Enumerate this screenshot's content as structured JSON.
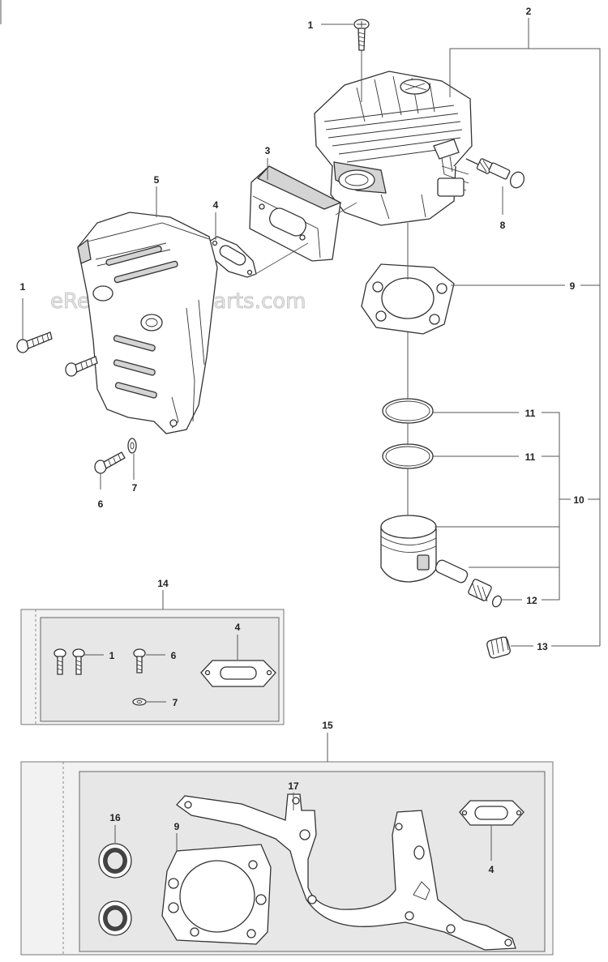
{
  "watermark": "eReplacementParts.com",
  "callouts": {
    "c1_top": "1",
    "c2": "2",
    "c3": "3",
    "c4": "4",
    "c5": "5",
    "c1_left": "1",
    "c8": "8",
    "c9": "9",
    "c6": "6",
    "c7": "7",
    "c11a": "11",
    "c11b": "11",
    "c10": "10",
    "c12": "12",
    "c13": "13",
    "c14": "14",
    "kit14_c1": "1",
    "kit14_c6": "6",
    "kit14_c4": "4",
    "kit14_c7": "7",
    "c15": "15",
    "c17": "17",
    "c16": "16",
    "kit15_c9": "9",
    "kit15_c4": "4"
  }
}
